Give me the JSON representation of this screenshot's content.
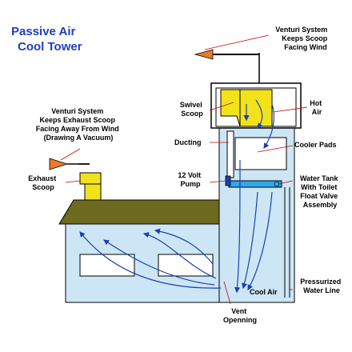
{
  "title": {
    "line1": "Passive Air",
    "line2": "Cool Tower"
  },
  "labels": {
    "venturi_top": [
      "Venturi System",
      "Keeps Scoop",
      "Facing Wind"
    ],
    "venturi_left": [
      "Venturi System",
      "Keeps Exhaust Scoop",
      "Facing Away From Wind",
      "(Drawing A Vacuum)"
    ],
    "swivel_scoop": [
      "Swivel",
      "Scoop"
    ],
    "hot_air": [
      "Hot",
      "Air"
    ],
    "ducting": "Ducting",
    "cooler_pads": "Cooler Pads",
    "pump": [
      "12 Volt",
      "Pump"
    ],
    "water_tank": [
      "Water Tank",
      "With Toilet",
      "Float Valve",
      "Assembly"
    ],
    "exhaust_scoop": [
      "Exhaust",
      "Scoop"
    ],
    "cool_air": "Cool Air",
    "pressurized": [
      "Pressurized",
      "Water Line"
    ],
    "vent": [
      "Vent",
      "Openning"
    ]
  },
  "colors": {
    "title": "#1f3fbf",
    "house_wall": "#cce6f5",
    "roof": "#6b6a1e",
    "scoop": "#f2e21a",
    "vane": "#e87a2a",
    "water": "#2ea8ee",
    "arrow": "#1d3fb0",
    "leader": "#cc0000"
  }
}
